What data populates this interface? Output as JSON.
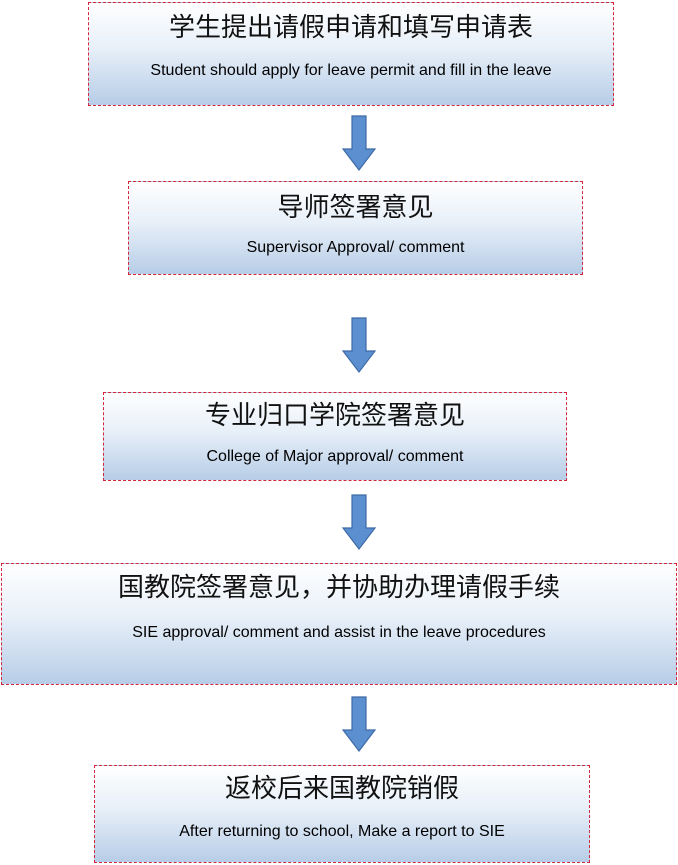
{
  "flow": {
    "steps": [
      {
        "zh": "学生提出请假申请和填写申请表",
        "en": "Student should apply for leave permit and fill in the leave"
      },
      {
        "zh": "导师签署意见",
        "en": "Supervisor Approval/ comment"
      },
      {
        "zh": "专业归口学院签署意见",
        "en": "College of Major approval/ comment"
      },
      {
        "zh": "国教院签署意见，并协助办理请假手续",
        "en": "SIE approval/ comment and assist in the leave procedures"
      },
      {
        "zh": "返校后来国教院销假",
        "en": "After returning to school, Make a report to SIE"
      }
    ]
  },
  "colors": {
    "border": "#d2263b",
    "box_gradient_top": "#ffffff",
    "box_gradient_bottom": "#b7cde7",
    "arrow_fill": "#5b8fd0",
    "arrow_stroke": "#3e6aa6"
  },
  "icons": {
    "arrow": "arrow-down-icon"
  }
}
